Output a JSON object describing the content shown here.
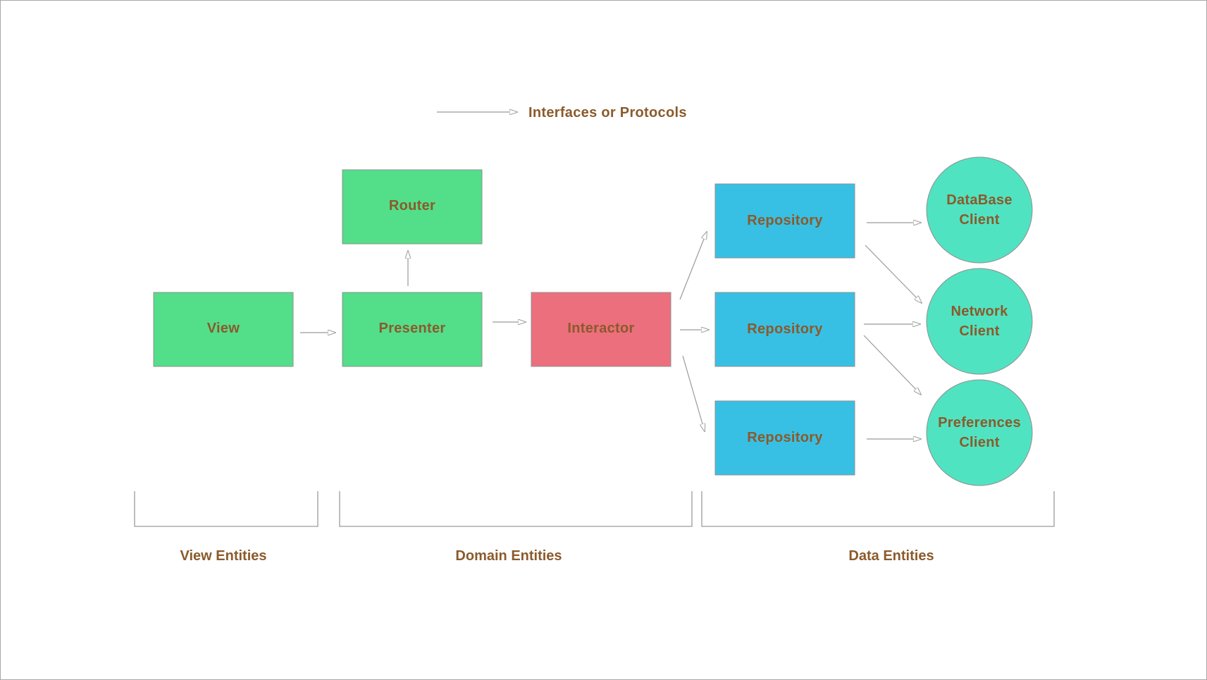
{
  "legend": {
    "label": "Interfaces or Protocols"
  },
  "nodes": {
    "view": "View",
    "presenter": "Presenter",
    "router": "Router",
    "interactor": "Interactor",
    "repository_1": "Repository",
    "repository_2": "Repository",
    "repository_3": "Repository",
    "database_client": [
      "DataBase",
      "Client"
    ],
    "network_client": [
      "Network",
      "Client"
    ],
    "preferences_client": [
      "Preferences",
      "Client"
    ]
  },
  "groups": {
    "view_entities": "View Entities",
    "domain_entities": "Domain Entities",
    "data_entities": "Data Entities"
  },
  "colors": {
    "view_layer": "#53de8a",
    "interactor": "#ec6f7d",
    "repository": "#38c0e4",
    "client": "#50e3c2",
    "label_text": "#8b5a2b"
  }
}
